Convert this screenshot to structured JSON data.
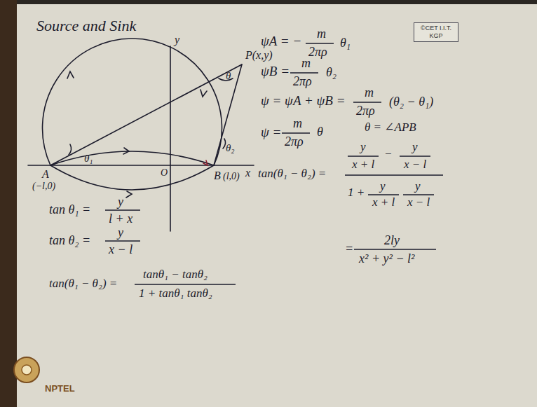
{
  "diagram": {
    "title": "Source and Sink",
    "nodes": [
      {
        "text": [
          "©CET I.I.T. KGP"
        ]
      }
    ],
    "labels": [
      "y",
      "x",
      "P(x,y)",
      "θ",
      "θ₁",
      "θ₂",
      "O",
      "A",
      "(−l,0)",
      "B",
      "(l,0)",
      "ψA = −",
      "m",
      "2πρ",
      "θ₁",
      "ψB =",
      "m",
      "2πρ",
      "θ₂",
      "ψ = ψA + ψB =",
      "m",
      "2πρ",
      "(θ₂ − θ₁)",
      "ψ =",
      "m",
      "2πρ",
      "θ",
      "θ = ∠APB",
      "tan θ₁ =",
      "y",
      "l + x",
      "tan θ₂ =",
      "y",
      "x − l",
      "tan(θ₁ − θ₂) =",
      "tanθ₁ − tanθ₂",
      "1 + tanθ₁ tanθ₂",
      "tan(θ₁ − θ₂) =",
      "y",
      "x + l",
      "−",
      "y",
      "x − l",
      "1 +",
      "y",
      "x + l",
      "y",
      "x − l",
      "=",
      "2ly",
      "x² + y² − l²",
      "NPTEL"
    ]
  }
}
